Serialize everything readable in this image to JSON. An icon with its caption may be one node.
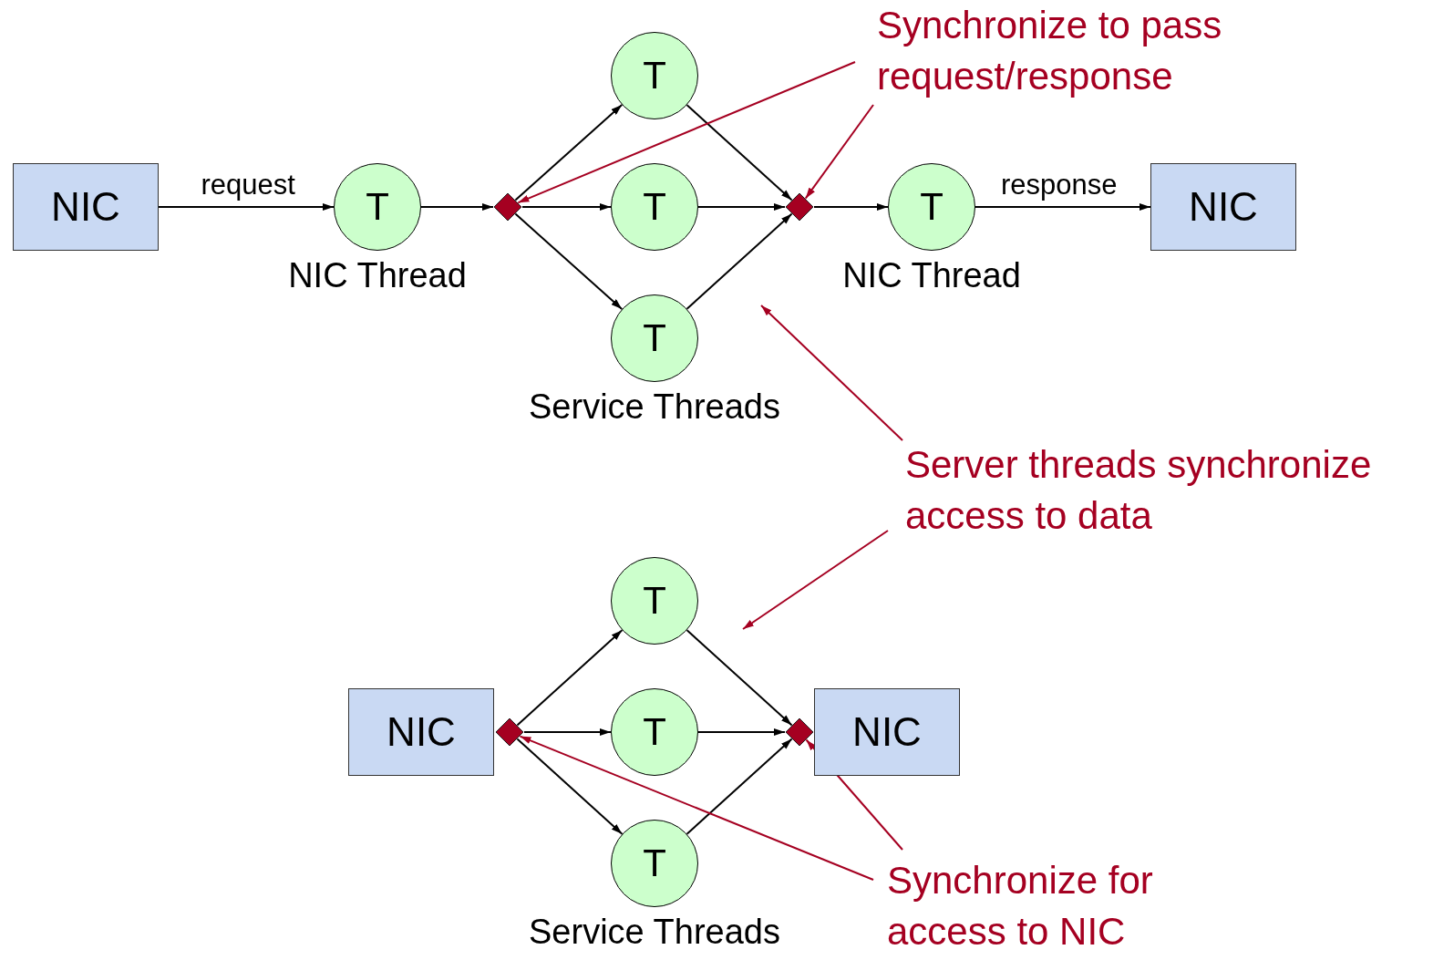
{
  "diagram": {
    "nodes": [
      {
        "text": [
          "NIC"
        ]
      },
      {
        "text": [
          "T"
        ],
        "beside": [
          "NIC Thread"
        ]
      },
      {
        "text": [],
        "shape": "diamond"
      },
      {
        "text": [
          "T"
        ]
      },
      {
        "text": [
          "T"
        ]
      },
      {
        "text": [
          "T"
        ],
        "beside": [
          "Service Threads"
        ]
      },
      {
        "text": [],
        "shape": "diamond"
      },
      {
        "text": [
          "T"
        ],
        "beside": [
          "NIC Thread"
        ]
      },
      {
        "text": [
          "NIC"
        ]
      },
      {
        "text": [
          "NIC"
        ]
      },
      {
        "text": [],
        "shape": "diamond"
      },
      {
        "text": [
          "T"
        ]
      },
      {
        "text": [
          "T"
        ]
      },
      {
        "text": [
          "T"
        ],
        "beside": [
          "Service Threads"
        ]
      },
      {
        "text": [],
        "shape": "diamond"
      },
      {
        "text": [
          "NIC"
        ]
      },
      {
        "text": [
          "Synchronize to pass request/response"
        ]
      },
      {
        "text": [
          "Server threads synchronize access to data"
        ]
      },
      {
        "text": [
          "Synchronize for access to NIC"
        ]
      }
    ],
    "edges": [
      {
        "from": 0,
        "to": 1,
        "arrow": "to",
        "label": "request"
      },
      {
        "from": 1,
        "to": 2,
        "arrow": "to"
      },
      {
        "from": 2,
        "to": 3,
        "arrow": "to"
      },
      {
        "from": 2,
        "to": 4,
        "arrow": "to"
      },
      {
        "from": 2,
        "to": 5,
        "arrow": "to"
      },
      {
        "from": 3,
        "to": 6,
        "arrow": "to"
      },
      {
        "from": 4,
        "to": 6,
        "arrow": "to"
      },
      {
        "from": 5,
        "to": 6,
        "arrow": "to"
      },
      {
        "from": 6,
        "to": 7,
        "arrow": "to"
      },
      {
        "from": 7,
        "to": 8,
        "arrow": "to",
        "label": "response"
      },
      {
        "from": 10,
        "to": 11,
        "arrow": "to"
      },
      {
        "from": 10,
        "to": 12,
        "arrow": "to"
      },
      {
        "from": 10,
        "to": 13,
        "arrow": "to"
      },
      {
        "from": 11,
        "to": 14,
        "arrow": "to"
      },
      {
        "from": 12,
        "to": 14,
        "arrow": "to"
      },
      {
        "from": 13,
        "to": 14,
        "arrow": "to"
      },
      {
        "from": 16,
        "to": 2,
        "arrow": "to",
        "color": "#a50021"
      },
      {
        "from": 16,
        "to": 6,
        "arrow": "to",
        "color": "#a50021"
      },
      {
        "from": 17,
        "to": null,
        "arrow": "to",
        "color": "#a50021"
      },
      {
        "from": 17,
        "to": null,
        "arrow": "to",
        "color": "#a50021"
      },
      {
        "from": 18,
        "to": 10,
        "arrow": "to",
        "color": "#a50021"
      },
      {
        "from": 18,
        "to": 14,
        "arrow": "to",
        "color": "#a50021"
      }
    ]
  }
}
